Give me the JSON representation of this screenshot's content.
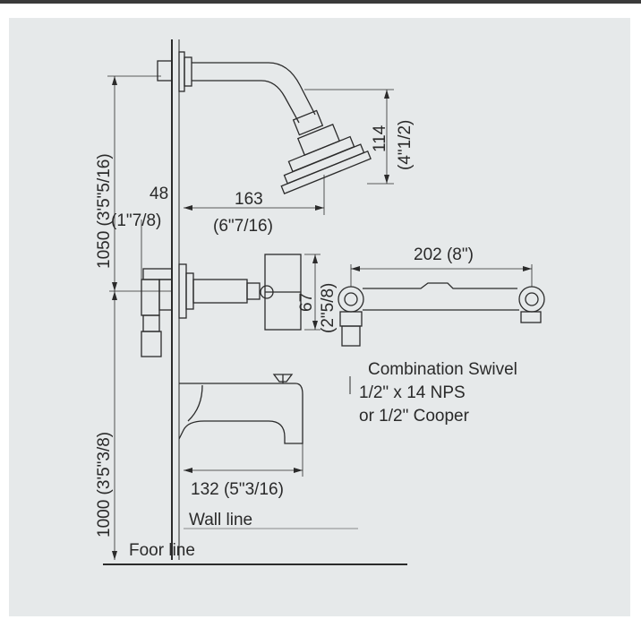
{
  "colors": {
    "panel": "#e6e9ea",
    "line": "#2b2b2b",
    "border": "#4a4a4a"
  },
  "labels": {
    "dim_1050": "1050 (3'5\"5/16)",
    "dim_1000": "1000 (3'5\"3/8)",
    "dim_48": "48",
    "dim_48_in": "(1\"7/8)",
    "dim_163": "163",
    "dim_163_in": "(6\"7/16)",
    "dim_114": "114",
    "dim_114_in": "(4\"1/2)",
    "dim_67": "67",
    "dim_67_in": "(2\"5/8)",
    "dim_202": "202 (8\")",
    "dim_132": "132 (5\"3/16)",
    "swivel_line1": "Combination Swivel",
    "swivel_line2": "1/2\" x 14 NPS",
    "swivel_line3": "or 1/2\" Cooper",
    "wall_line": "Wall line",
    "floor_line": "Foor line"
  }
}
